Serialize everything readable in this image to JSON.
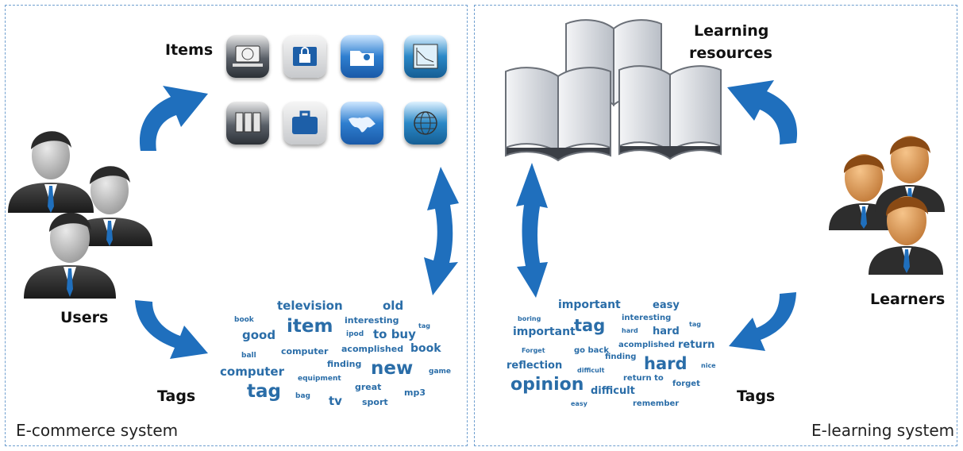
{
  "left_panel": {
    "items_label": "Items",
    "users_label": "Users",
    "tags_label": "Tags",
    "system_label": "E-commerce system",
    "icons": [
      {
        "name": "laptop-globe-icon",
        "style": "dark"
      },
      {
        "name": "lock-folder-icon",
        "style": "grey"
      },
      {
        "name": "unlocked-folder-icon",
        "style": "blue"
      },
      {
        "name": "chart-icon",
        "style": "teal"
      },
      {
        "name": "binders-icon",
        "style": "dark"
      },
      {
        "name": "briefcase-icon",
        "style": "grey"
      },
      {
        "name": "world-map-icon",
        "style": "blue"
      },
      {
        "name": "globe-icon",
        "style": "teal"
      }
    ],
    "tag_cloud": [
      "television",
      "old",
      "book",
      "item",
      "interesting",
      "tag",
      "good",
      "ipod",
      "to buy",
      "ball",
      "computer",
      "acomplished",
      "book",
      "finding",
      "computer",
      "new",
      "game",
      "equipment",
      "great",
      "tag",
      "bag",
      "tv",
      "sport",
      "mp3"
    ]
  },
  "right_panel": {
    "resources_label_line1": "Learning",
    "resources_label_line2": "resources",
    "learners_label": "Learners",
    "tags_label": "Tags",
    "system_label": "E-learning system",
    "tag_cloud": [
      "important",
      "easy",
      "boring",
      "tag",
      "interesting",
      "important",
      "hard",
      "hard",
      "tag",
      "Forget",
      "acomplished",
      "return",
      "go back",
      "reflection",
      "finding",
      "hard",
      "difficult",
      "nice",
      "return to",
      "opinion",
      "forget",
      "difficult",
      "easy",
      "remember"
    ]
  },
  "colors": {
    "accent": "#1f6fbd",
    "tag_text": "#2a6da8",
    "border": "#6f9fcf"
  }
}
